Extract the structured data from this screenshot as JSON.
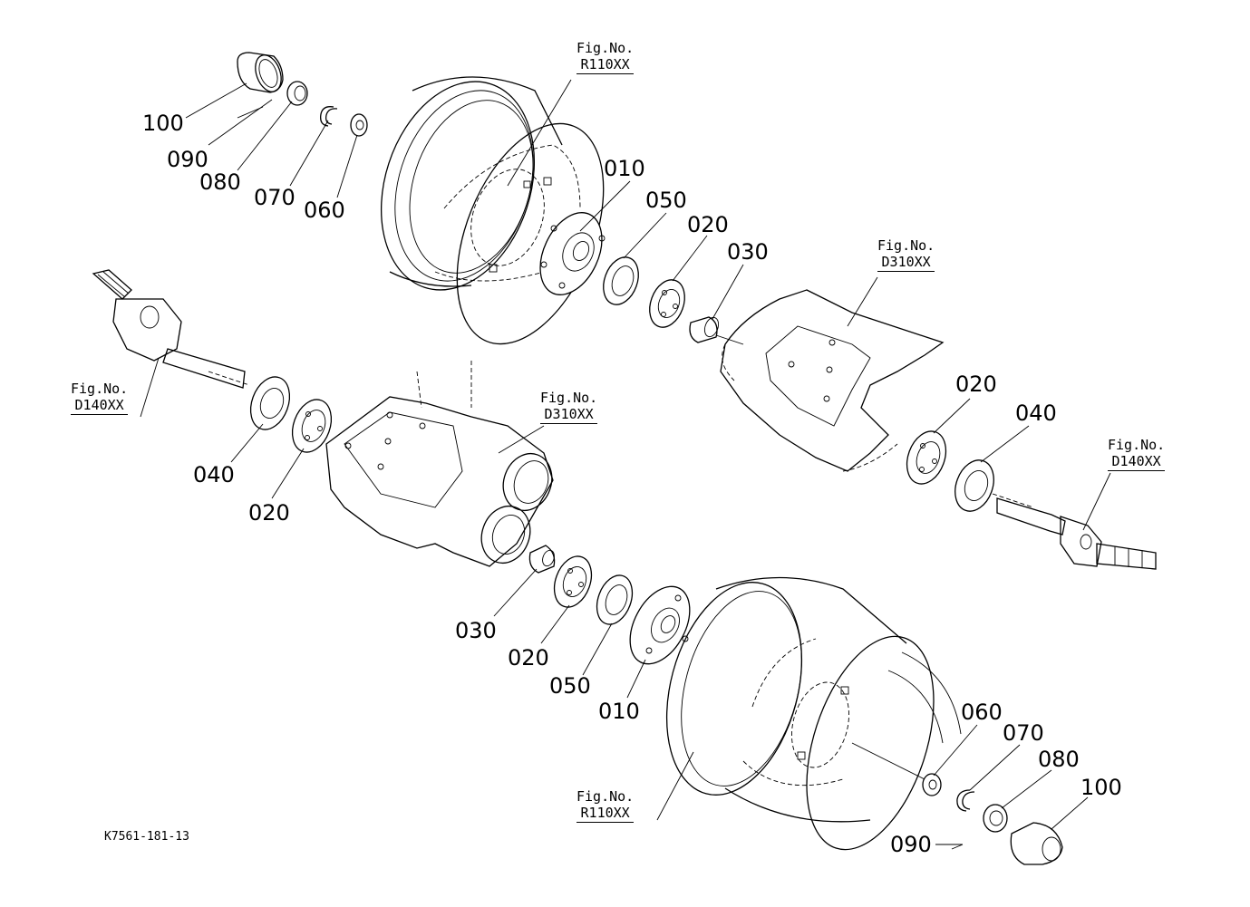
{
  "figure_refs": {
    "r110_top": {
      "line1": "Fig.No.",
      "line2": "R110XX"
    },
    "d310_right": {
      "line1": "Fig.No.",
      "line2": "D310XX"
    },
    "d140_left": {
      "line1": "Fig.No.",
      "line2": "D140XX"
    },
    "d310_center": {
      "line1": "Fig.No.",
      "line2": "D310XX"
    },
    "d140_right": {
      "line1": "Fig.No.",
      "line2": "D140XX"
    },
    "r110_bottom": {
      "line1": "Fig.No.",
      "line2": "R110XX"
    }
  },
  "part_labels": {
    "top_100": "100",
    "top_090": "090",
    "top_080": "080",
    "top_070": "070",
    "top_060": "060",
    "top_010": "010",
    "top_050": "050",
    "top_020": "020",
    "top_030": "030",
    "right_020": "020",
    "right_040": "040",
    "left_040": "040",
    "left_020": "020",
    "bottom_030": "030",
    "bottom_020": "020",
    "bottom_050": "050",
    "bottom_010": "010",
    "bottom_060": "060",
    "bottom_070": "070",
    "bottom_080": "080",
    "bottom_100": "100",
    "bottom_090": "090"
  },
  "drawing_code": "K7561-181-13"
}
